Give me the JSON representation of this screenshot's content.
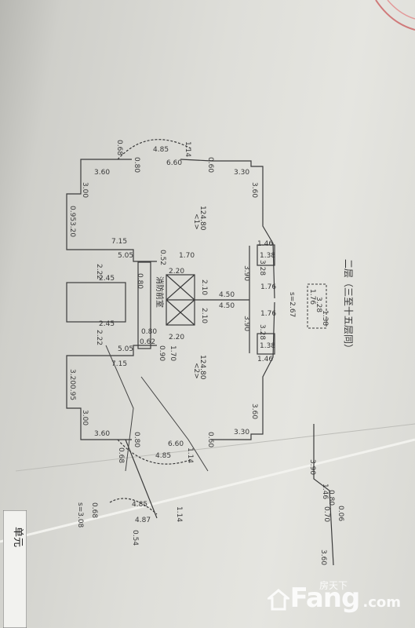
{
  "document": {
    "title": "二层（三至十五层同）",
    "stair_room": "消防前室",
    "unit_a": {
      "index": "<1>",
      "area": "124.80"
    },
    "unit_b": {
      "index": "<2>",
      "area": "124.80"
    },
    "s_main": "s=2.67",
    "s_lower": "s=3.08",
    "side_label": "单元"
  },
  "dims_top": {
    "d485": "4.85",
    "d660": "6.60",
    "d068": "0.68",
    "d114": "1.14",
    "d080": "0.80",
    "d060": "0.60",
    "d360": "3.60",
    "d330": "3.30",
    "d360b": "3.60",
    "d300": "3.00",
    "d095": "0.95",
    "d320": "3.20",
    "d715": "7.15",
    "d505": "5.05",
    "d170": "1.70",
    "d222": "2.22",
    "d245": "2.45",
    "d052": "0.52",
    "d080b": "0.80",
    "d210": "2.10",
    "d450": "4.50",
    "d390": "3.90",
    "d328": "3.28",
    "d138": "1.38",
    "d146": "1.46",
    "d176": "1.76",
    "d220": "2.20"
  },
  "dims_bottom": {
    "d450": "4.50",
    "d210": "2.10",
    "d390": "3.90",
    "d328": "3.28",
    "d138": "1.38",
    "d146": "1.46",
    "d176": "1.76",
    "d220": "2.20",
    "d170": "1.70",
    "d090": "0.90",
    "d062": "0.62",
    "d080": "0.80",
    "d245": "2.45",
    "d222": "2.22",
    "d505": "5.05",
    "d715": "7.15",
    "d320": "3.20",
    "d095": "0.95",
    "d300": "3.00",
    "d360": "3.60",
    "d330": "3.30",
    "d360b": "3.60",
    "d060": "0.60",
    "d080b": "0.80",
    "d660": "6.60",
    "d485": "4.85",
    "d068": "0.68",
    "d114": "1.14"
  },
  "legend_box": {
    "a": "1.76",
    "b": "3.28",
    "c": "1.38"
  },
  "lower_dims": {
    "d390": "3.90",
    "d146": "1.46",
    "d080": "0.80",
    "d006": "0.06",
    "d070": "0.70",
    "d360": "3.60",
    "d485": "4.85",
    "d487": "4.87",
    "d068": "0.68",
    "d114": "1.14",
    "d054": "0.54"
  },
  "watermark": {
    "sub": "房天下",
    "brand": "Fang",
    "com": ".com"
  }
}
